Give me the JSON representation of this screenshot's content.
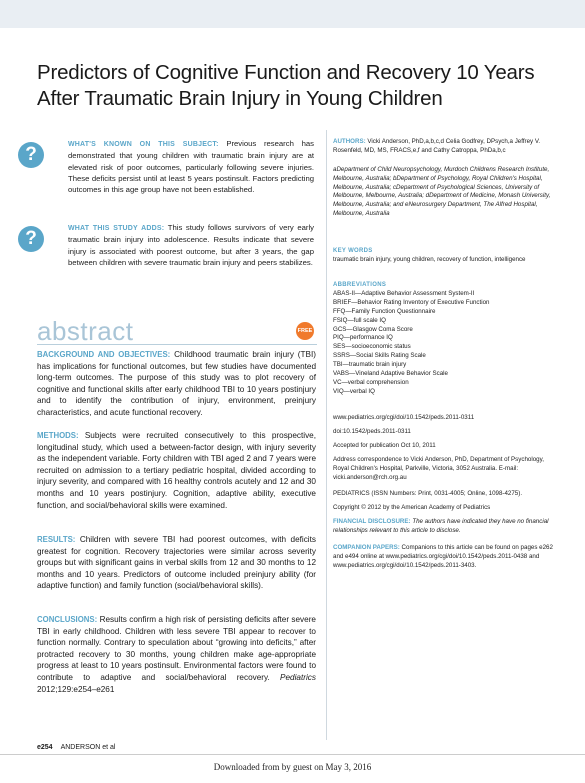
{
  "title": "Predictors of Cognitive Function and Recovery 10 Years After Traumatic Brain Injury in Young Children",
  "known": {
    "heading": "WHAT'S KNOWN ON THIS SUBJECT:",
    "text": "Previous research has demonstrated that young children with traumatic brain injury are at elevated risk of poor outcomes, particularly following severe injuries. These deficits persist until at least 5 years postinsult. Factors predicting outcomes in this age group have not been established."
  },
  "adds": {
    "heading": "WHAT THIS STUDY ADDS:",
    "text": "This study follows survivors of very early traumatic brain injury into adolescence. Results indicate that severe injury is associated with poorest outcome, but after 3 years, the gap between children with severe traumatic brain injury and peers stabilizes."
  },
  "qmark_glyph": "?",
  "abstract_label": "abstract",
  "free_label": "FREE",
  "abstract": {
    "background_head": "BACKGROUND AND OBJECTIVES:",
    "background": "Childhood traumatic brain injury (TBI) has implications for functional outcomes, but few studies have documented long-term outcomes. The purpose of this study was to plot recovery of cognitive and functional skills after early childhood TBI to 10 years postinjury and to identify the contribution of injury, environment, preinjury characteristics, and acute functional recovery.",
    "methods_head": "METHODS:",
    "methods": "Subjects were recruited consecutively to this prospective, longitudinal study, which used a between-factor design, with injury severity as the independent variable. Forty children with TBI aged 2 and 7 years were recruited on admission to a tertiary pediatric hospital, divided according to injury severity, and compared with 16 healthy controls acutely and 12 and 30 months and 10 years postinjury. Cognition, adaptive ability, executive function, and social/behavioral skills were examined.",
    "results_head": "RESULTS:",
    "results": "Children with severe TBI had poorest outcomes, with deficits greatest for cognition. Recovery trajectories were similar across severity groups but with significant gains in verbal skills from 12 and 30 months to 12 months and 10 years. Predictors of outcome included preinjury ability (for adaptive function) and family function (social/behavioral skills).",
    "conclusions_head": "CONCLUSIONS:",
    "conclusions": "Results confirm a high risk of persisting deficits after severe TBI in early childhood. Children with less severe TBI appear to recover to function normally. Contrary to speculation about “growing into deficits,” after protracted recovery to 30 months, young children make age-appropriate progress at least to 10 years postinsult. Environmental factors were found to contribute to adaptive and social/behavioral recovery.",
    "citation_journal": "Pediatrics",
    "citation_rest": "2012;129:e254–e261"
  },
  "right": {
    "authors_head": "AUTHORS:",
    "authors": "Vicki Anderson, PhD,a,b,c,d Celia Godfrey, DPsych,a Jeffrey V. Rosenfeld, MD, MS, FRACS,e,f and Cathy Catroppa, PhDa,b,c",
    "affiliations": "aDepartment of Child Neuropsychology, Murdoch Childrens Research Institute, Melbourne, Australia; bDepartment of Psychology, Royal Children's Hospital, Melbourne, Australia; cDepartment of Psychological Sciences, University of Melbourne, Melbourne, Australia; dDepartment of Medicine, Monash University, Melbourne, Australia; and eNeurosurgery Department, The Alfred Hospital, Melbourne, Australia",
    "keywords_head": "KEY WORDS",
    "keywords": "traumatic brain injury, young children, recovery of function, intelligence",
    "abbrev_head": "ABBREVIATIONS",
    "abbreviations": [
      "ABAS-II—Adaptive Behavior Assessment System-II",
      "BRIEF—Behavior Rating Inventory of Executive Function",
      "FFQ—Family Function Questionnaire",
      "FSIQ—full scale IQ",
      "GCS—Glasgow Coma Score",
      "PIQ—performance IQ",
      "SES—socioeconomic status",
      "SSRS—Social Skills Rating Scale",
      "TBI—traumatic brain injury",
      "VABS—Vineland Adaptive Behavior Scale",
      "VC—verbal comprehension",
      "VIQ—verbal IQ"
    ],
    "url": "www.pediatrics.org/cgi/doi/10.1542/peds.2011-0311",
    "doi": "doi:10.1542/peds.2011-0311",
    "accepted": "Accepted for publication Oct 10, 2011",
    "correspondence": "Address correspondence to Vicki Anderson, PhD, Department of Psychology, Royal Children's Hospital, Parkville, Victoria, 3052 Australia. E-mail: vicki.anderson@rch.org.au",
    "issn": "PEDIATRICS (ISSN Numbers: Print, 0031-4005; Online, 1098-4275).",
    "copyright": "Copyright © 2012 by the American Academy of Pediatrics",
    "disclosure_head": "FINANCIAL DISCLOSURE:",
    "disclosure": "The authors have indicated they have no financial relationships relevant to this article to disclose.",
    "companion_head": "COMPANION PAPERS:",
    "companion": "Companions to this article can be found on pages e262 and e494 online at www.pediatrics.org/cgi/doi/10.1542/peds.2011-0438 and www.pediatrics.org/cgi/doi/10.1542/peds.2011-3403."
  },
  "footer": {
    "page": "e254",
    "author": "ANDERSON et al",
    "download": "Downloaded from by guest on May 3, 2016"
  },
  "colors": {
    "accent": "#5aa6c9",
    "abstract_word": "#a9c5d7",
    "free_badge": "#f07a2c"
  }
}
